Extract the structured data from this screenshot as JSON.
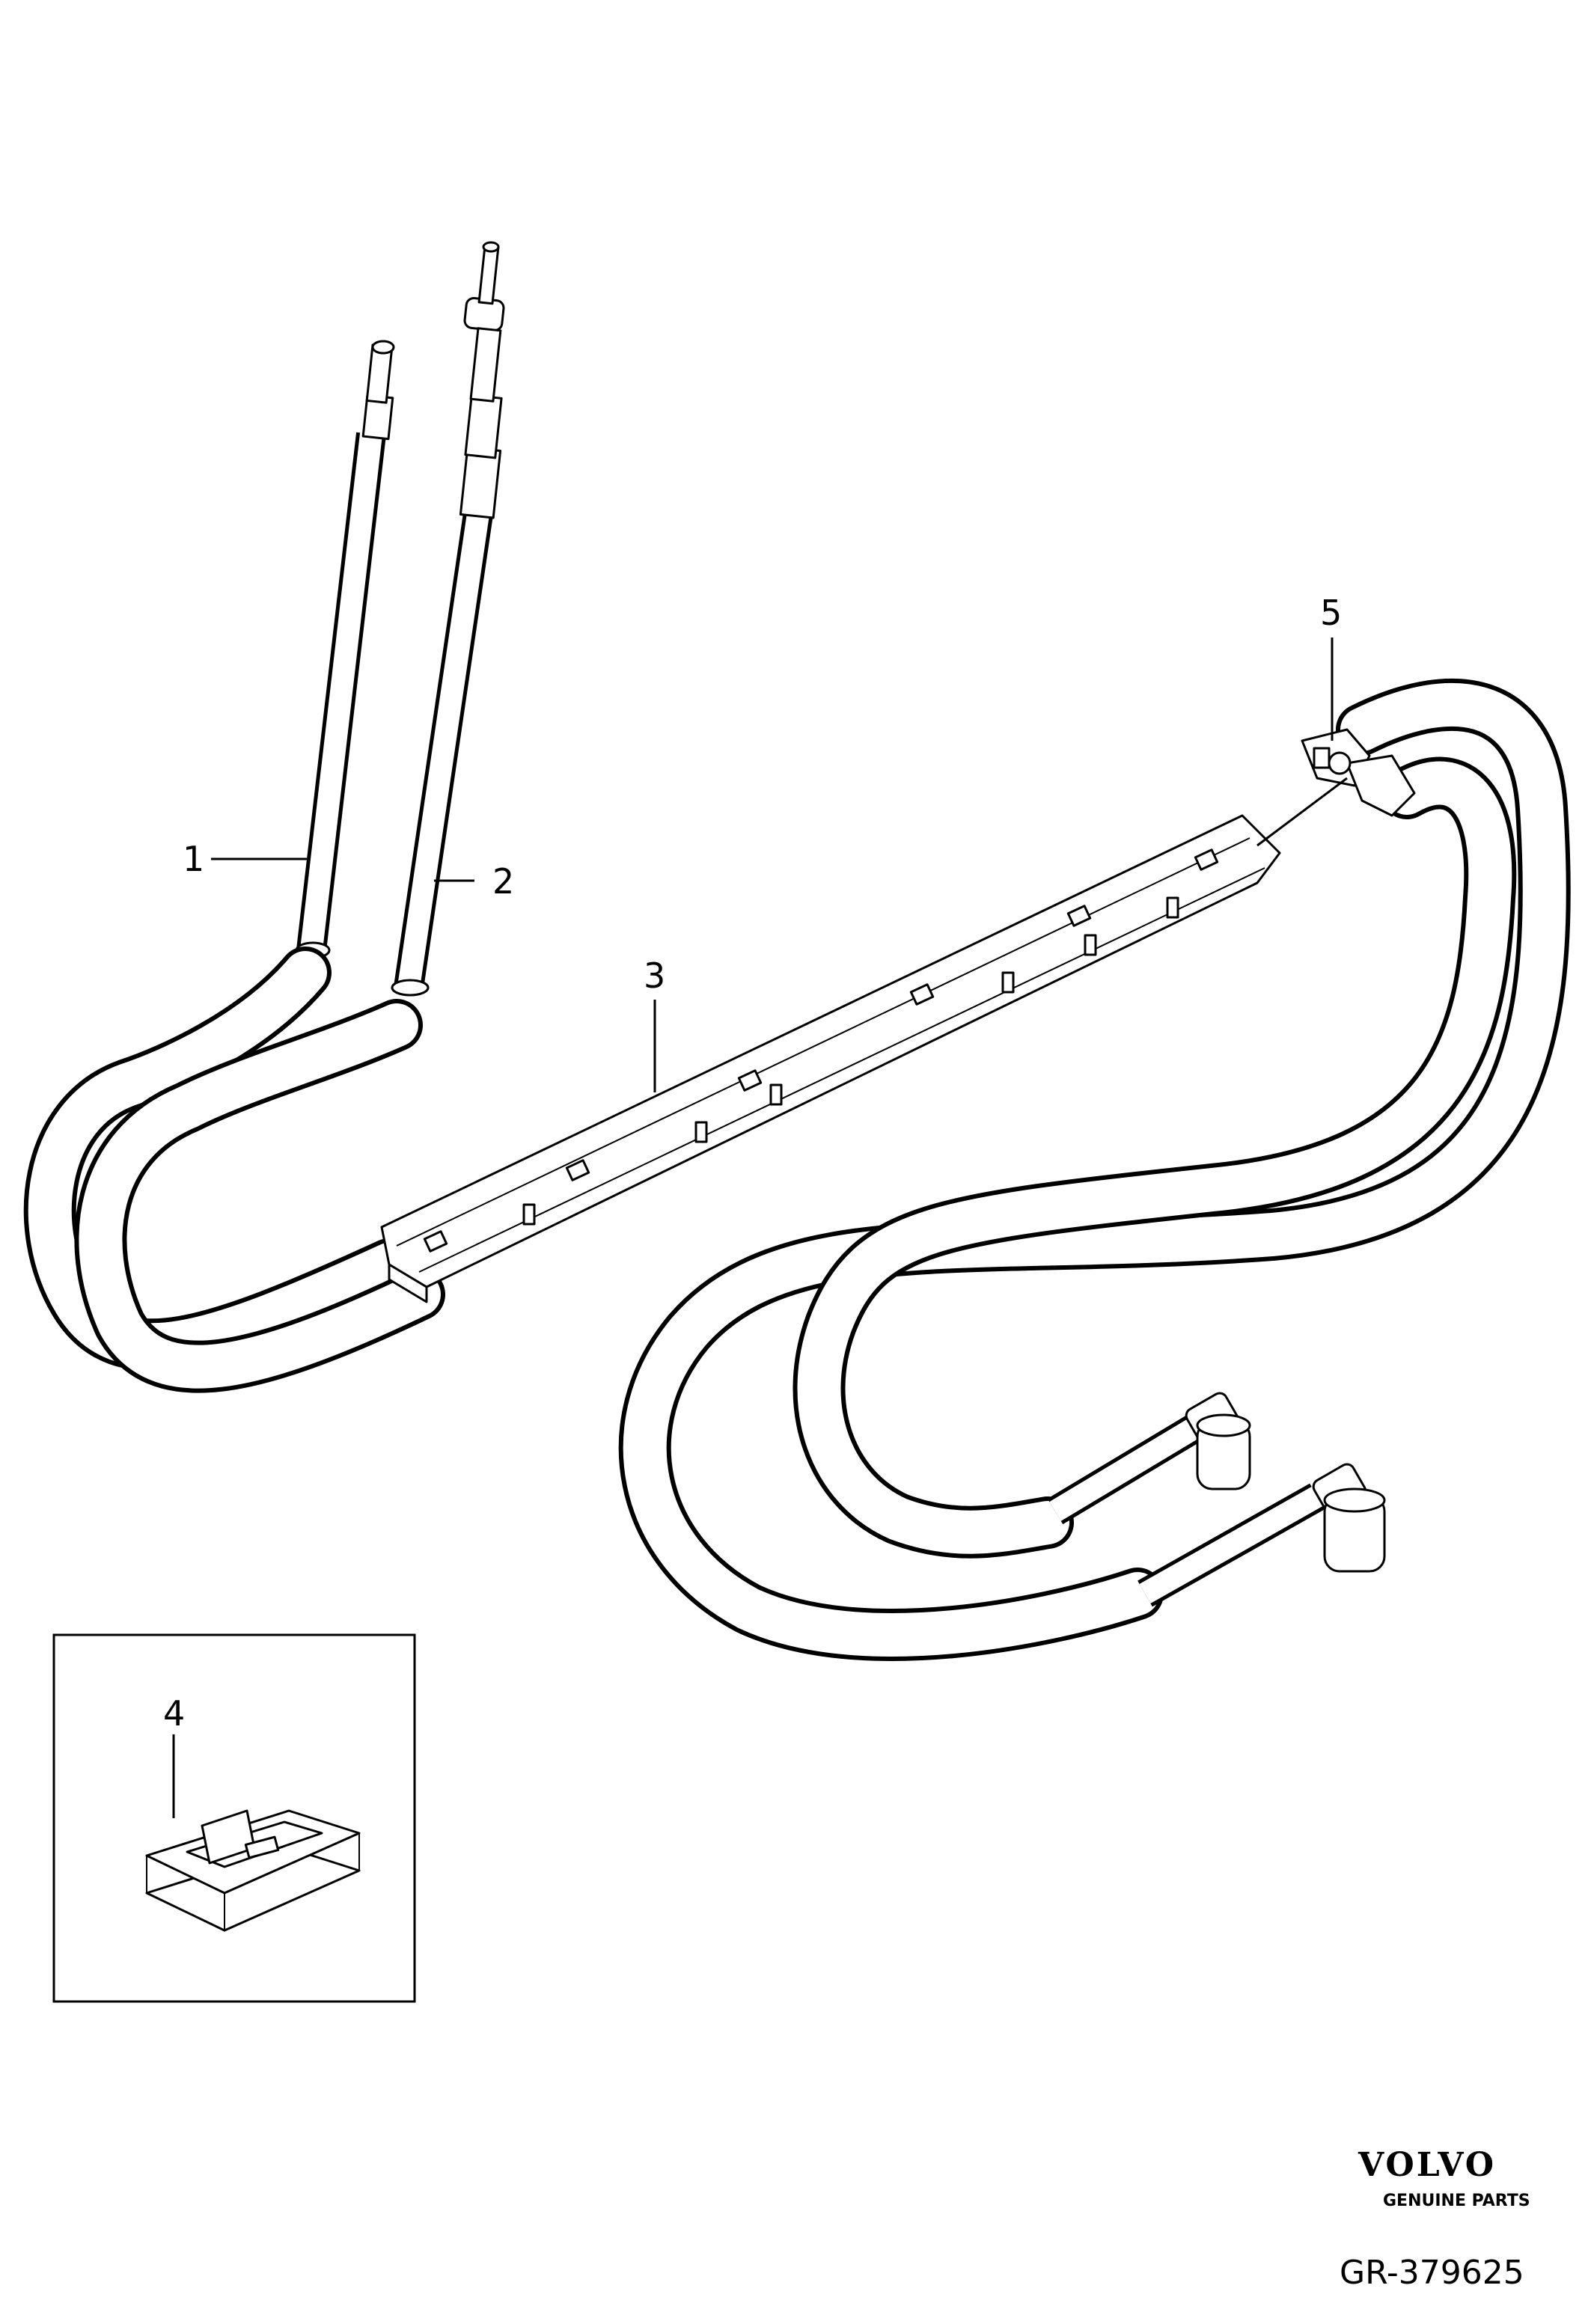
{
  "diagram": {
    "callouts": [
      {
        "id": "1",
        "label": "1"
      },
      {
        "id": "2",
        "label": "2"
      },
      {
        "id": "3",
        "label": "3"
      },
      {
        "id": "4",
        "label": "4"
      },
      {
        "id": "5",
        "label": "5"
      }
    ]
  },
  "branding": {
    "logo_text": "VOLVO",
    "tagline": "GENUINE PARTS",
    "reference": "GR-379625"
  }
}
